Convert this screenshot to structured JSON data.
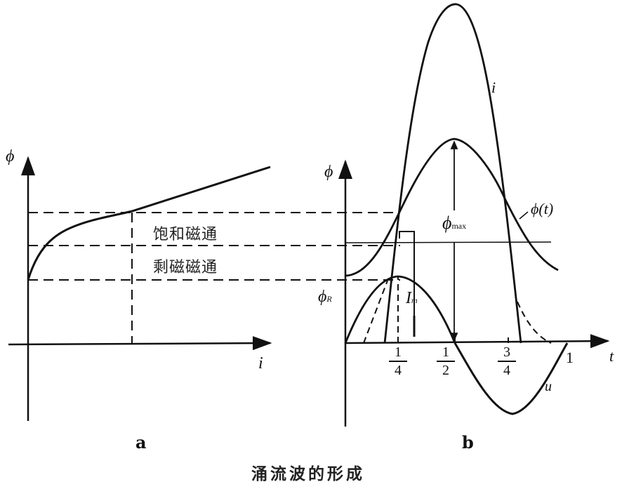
{
  "figure": {
    "caption": "涌流波的形成",
    "panel_a": {
      "label": "a",
      "y_axis_label": "ϕ",
      "x_axis_label": "i",
      "band_upper_label": "饱和磁通",
      "band_lower_label": "剩磁磁通"
    },
    "panel_b": {
      "label": "b",
      "y_axis_label": "ϕ",
      "x_axis_label": "t",
      "phi_R_label": "ϕ",
      "phi_R_sub": "R",
      "phi_max_label": "ϕ",
      "phi_max_sub": "max",
      "phi_t_label": "ϕ(t)",
      "i_curve_label": "i",
      "u_curve_label": "u",
      "Im_label": "I",
      "Im_sub": "m",
      "ticks": [
        {
          "num": "1",
          "den": "4"
        },
        {
          "num": "1",
          "den": "2"
        },
        {
          "num": "3",
          "den": "4"
        },
        {
          "whole": "1"
        }
      ]
    },
    "colors": {
      "ink": "#111111",
      "background": "#ffffff"
    }
  }
}
